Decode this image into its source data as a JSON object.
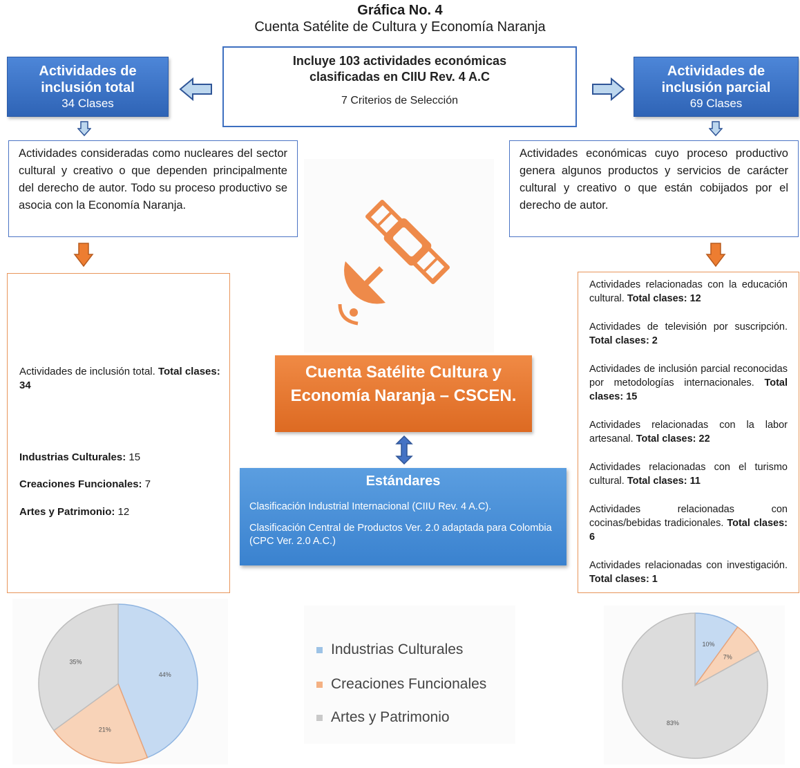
{
  "title": {
    "line1": "Gráfica No. 4",
    "line2": "Cuenta Satélite de Cultura y Economía Naranja"
  },
  "left_header": {
    "title": "Actividades de inclusión total",
    "subtitle": "34 Clases"
  },
  "right_header": {
    "title": "Actividades de inclusión parcial",
    "subtitle": "69 Clases"
  },
  "center_box": {
    "title": "Incluye 103 actividades económicas clasificadas en CIIU Rev. 4 A.C",
    "subtitle": "7 Criterios de Selección"
  },
  "left_desc": "Actividades consideradas como nucleares del sector cultural y creativo o que dependen principalmente del derecho de autor. Todo su proceso productivo se asocia con la Economía Naranja.",
  "right_desc": "Actividades económicas cuyo proceso productivo genera algunos productos y servicios de carácter cultural y creativo o que están cobijados por el derecho de autor.",
  "left_list": {
    "summary": "Actividades de inclusión total.",
    "summary_bold": "Total clases: 34",
    "items": [
      {
        "label": "Industrias Culturales:",
        "value": "15"
      },
      {
        "label": "Creaciones Funcionales:",
        "value": "7"
      },
      {
        "label": "Artes y Patrimonio:",
        "value": "12"
      }
    ]
  },
  "right_list": [
    {
      "text": "Actividades relacionadas con la educación cultural.",
      "bold": "Total clases: 12"
    },
    {
      "text": "Actividades de televisión por suscripción.",
      "bold": "Total clases: 2"
    },
    {
      "text": "Actividades de inclusión parcial reconocidas por metodologías internacionales.",
      "bold": "Total clases: 15"
    },
    {
      "text": "Actividades relacionadas con la labor artesanal.",
      "bold": "Total clases: 22"
    },
    {
      "text": "Actividades relacionadas con el turismo cultural.",
      "bold": "Total clases: 11"
    },
    {
      "text": "Actividades relacionadas con cocinas/bebidas tradicionales.",
      "bold": "Total clases: 6"
    },
    {
      "text": "Actividades relacionadas con investigación.",
      "bold": "Total clases: 1"
    }
  ],
  "center_label": "Cuenta Satélite Cultura y Economía Naranja – CSCEN.",
  "standards": {
    "title": "Estándares",
    "line1": "Clasificación Industrial Internacional (CIIU Rev. 4 A.C).",
    "line2": "Clasificación Central de Productos Ver. 2.0 adaptada para Colombia (CPC Ver. 2.0 A.C.)"
  },
  "icons": {
    "satellite": "satellite-icon",
    "arrows": [
      "arrow-left-icon",
      "arrow-right-icon",
      "arrow-down-icon",
      "arrow-updown-icon"
    ]
  },
  "colors": {
    "blue": "#3a6fc4",
    "orange": "#ed7d31",
    "grey": "#d0d0d0",
    "pie_blue": "#bdd7ee",
    "pie_orange": "#f8cbad",
    "pie_grey": "#d9d9d9"
  },
  "legend": [
    {
      "label": "Industrias Culturales",
      "color": "#9dc3e6"
    },
    {
      "label": "Creaciones Funcionales",
      "color": "#f4b183"
    },
    {
      "label": "Artes y Patrimonio",
      "color": "#c9c9c9"
    }
  ],
  "chart_data": [
    {
      "type": "pie",
      "categories": [
        "Industrias Culturales",
        "Creaciones Funcionales",
        "Artes y Patrimonio"
      ],
      "values": [
        44,
        21,
        35
      ],
      "labels": [
        "44%",
        "21%",
        "35%"
      ],
      "colors": [
        "#c5daf2",
        "#f8d3b8",
        "#dcdcdc"
      ]
    },
    {
      "type": "pie",
      "categories": [
        "Industrias Culturales",
        "Creaciones Funcionales",
        "Artes y Patrimonio"
      ],
      "values": [
        10,
        7,
        83
      ],
      "labels": [
        "10%",
        "7%",
        "83%"
      ],
      "colors": [
        "#c5daf2",
        "#f8d3b8",
        "#dcdcdc"
      ]
    }
  ]
}
